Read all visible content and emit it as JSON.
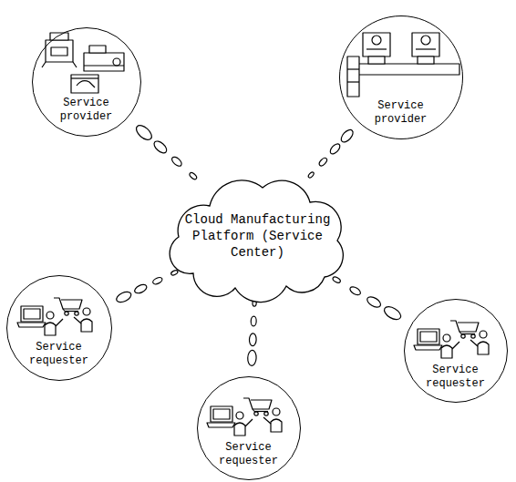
{
  "diagram": {
    "nodes": [
      {
        "text": [
          "Service provider"
        ]
      },
      {
        "text": [
          "Service provider"
        ]
      },
      {
        "text": [
          "Cloud Manufacturing Platform (Service Center)"
        ]
      },
      {
        "text": [
          "Service requester"
        ]
      },
      {
        "text": [
          "Service requester"
        ]
      },
      {
        "text": [
          "Service requester"
        ]
      }
    ],
    "edges": [
      {
        "from": 2,
        "to": 0,
        "arrow": "none"
      },
      {
        "from": 2,
        "to": 1,
        "arrow": "none"
      },
      {
        "from": 2,
        "to": 3,
        "arrow": "none"
      },
      {
        "from": 2,
        "to": 4,
        "arrow": "none"
      },
      {
        "from": 2,
        "to": 5,
        "arrow": "none"
      }
    ]
  }
}
